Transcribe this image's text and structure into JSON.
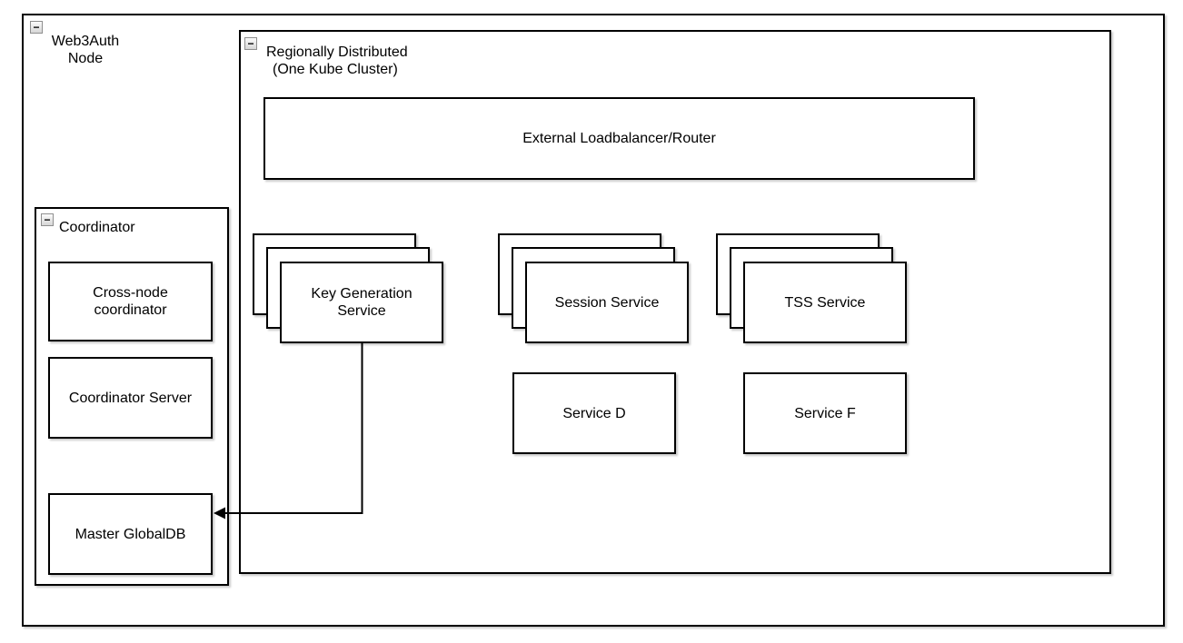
{
  "colors": {
    "border": "#000000",
    "fill": "#ffffff",
    "collapse_bg": "#e6e6e6",
    "arrow": "#000000"
  },
  "collapse_glyph": "−",
  "outer_container": {
    "title_line1": "Web3Auth",
    "title_line2": "Node"
  },
  "regional_container": {
    "title_line1": "Regionally Distributed",
    "title_line2": "(One Kube Cluster)"
  },
  "boxes": {
    "external_loadbalancer": "External Loadbalancer/Router",
    "key_generation_service": "Key Generation Service",
    "session_service": "Session Service",
    "tss_service": "TSS Service",
    "service_d": "Service D",
    "service_f": "Service F"
  },
  "coordinator": {
    "title": "Coordinator",
    "cross_node": "Cross-node coordinator",
    "server": "Coordinator Server",
    "master_db": "Master GlobalDB"
  }
}
